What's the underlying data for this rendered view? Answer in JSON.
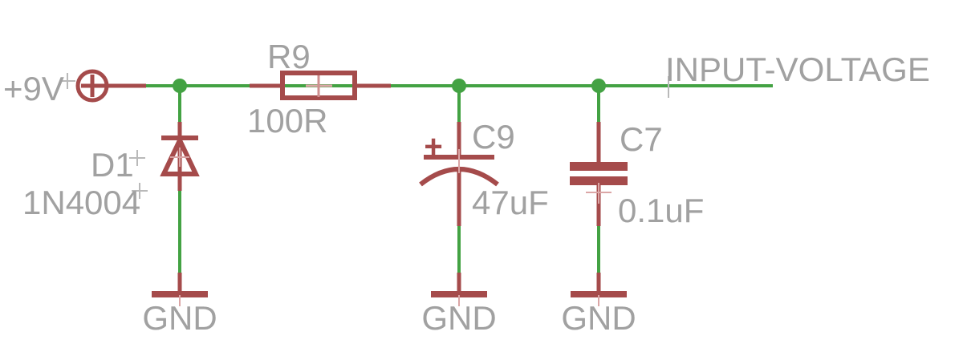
{
  "schematic": {
    "colors": {
      "wire_green": "#43a243",
      "symbol_red": "#a54b4b",
      "origin_light_red": "#d59595",
      "label_gray": "#a1a1a1",
      "marker_gray": "#b5b5b5",
      "background": "#ffffff"
    },
    "power_source": {
      "label": "+9V",
      "symbol": "circle-plus-supply"
    },
    "net": {
      "label": "INPUT-VOLTAGE"
    },
    "components": {
      "d1": {
        "ref": "D1",
        "value": "1N4004",
        "type": "diode"
      },
      "r9": {
        "ref": "R9",
        "value": "100R",
        "type": "resistor"
      },
      "c9": {
        "ref": "C9",
        "value": "47uF",
        "type": "polarized-capacitor",
        "polarity": "+"
      },
      "c7": {
        "ref": "C7",
        "value": "0.1uF",
        "type": "capacitor"
      }
    },
    "grounds": {
      "under_d1": "GND",
      "under_c9": "GND",
      "under_c7": "GND"
    }
  }
}
